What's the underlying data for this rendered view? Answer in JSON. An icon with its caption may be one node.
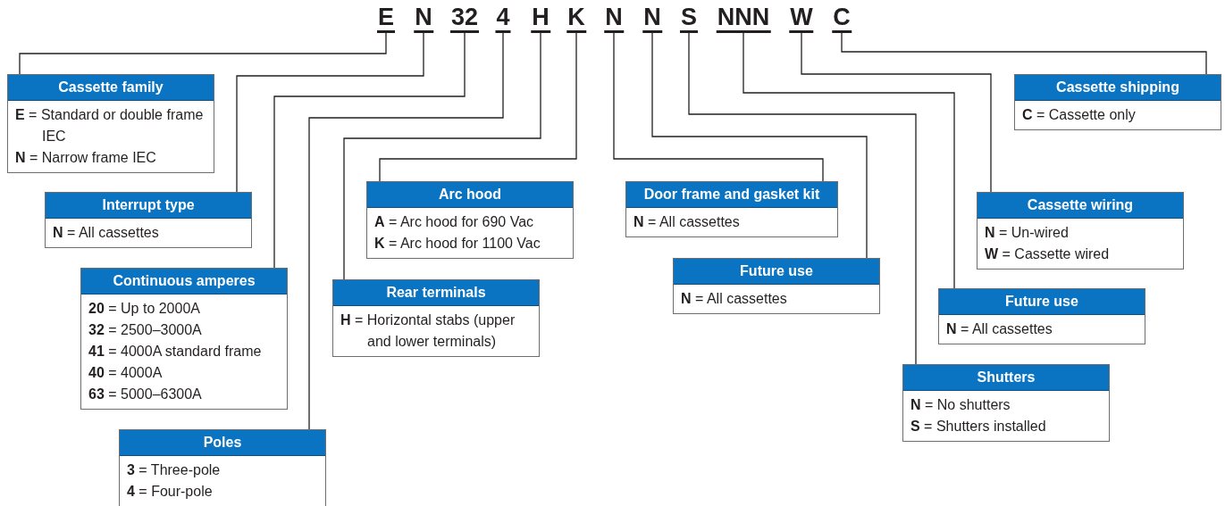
{
  "diagram": {
    "nodes": [
      {
        "text": [
          "E"
        ]
      },
      {
        "text": [
          "N"
        ]
      },
      {
        "text": [
          "32"
        ]
      },
      {
        "text": [
          "4"
        ]
      },
      {
        "text": [
          "H"
        ]
      },
      {
        "text": [
          "K"
        ]
      },
      {
        "text": [
          "N"
        ]
      },
      {
        "text": [
          "N"
        ]
      },
      {
        "text": [
          "S"
        ]
      },
      {
        "text": [
          "NNN"
        ]
      },
      {
        "text": [
          "W"
        ]
      },
      {
        "text": [
          "C"
        ]
      },
      {
        "text": [
          "Cassette family",
          "**E** = Standard or double frame IEC",
          "**N** = Narrow frame IEC"
        ]
      },
      {
        "text": [
          "Interrupt type",
          "**N** = All cassettes"
        ]
      },
      {
        "text": [
          "Continuous amperes",
          "**20** = Up to 2000A",
          "**32** = 2500–3000A",
          "**41** = 4000A standard frame",
          "**40** = 4000A",
          "**63** = 5000–6300A"
        ]
      },
      {
        "text": [
          "Poles",
          "**3** = Three-pole",
          "**4** = Four-pole"
        ]
      },
      {
        "text": [
          "Rear terminals",
          "**H** = Horizontal stabs (upper and lower terminals)"
        ]
      },
      {
        "text": [
          "Arc hood",
          "**A** = Arc hood for 690 Vac",
          "**K** = Arc hood for 1100 Vac"
        ]
      },
      {
        "text": [
          "Door frame and gasket kit",
          "**N** = All cassettes"
        ]
      },
      {
        "text": [
          "Future use",
          "**N** = All cassettes"
        ]
      },
      {
        "text": [
          "Shutters",
          "**N** = No shutters",
          "**S** = Shutters installed"
        ]
      },
      {
        "text": [
          "Future use",
          "**N** = All cassettes"
        ]
      },
      {
        "text": [
          "Cassette wiring",
          "**N** = Un-wired",
          "**W** = Cassette wired"
        ]
      },
      {
        "text": [
          "Cassette shipping",
          "**C** = Cassette only"
        ]
      }
    ],
    "edges": [
      {
        "from": 0,
        "to": 12,
        "arrow": "none"
      },
      {
        "from": 1,
        "to": 13,
        "arrow": "none"
      },
      {
        "from": 2,
        "to": 14,
        "arrow": "none"
      },
      {
        "from": 3,
        "to": 15,
        "arrow": "none"
      },
      {
        "from": 4,
        "to": 16,
        "arrow": "none"
      },
      {
        "from": 5,
        "to": 17,
        "arrow": "none"
      },
      {
        "from": 6,
        "to": 18,
        "arrow": "none"
      },
      {
        "from": 7,
        "to": 19,
        "arrow": "none"
      },
      {
        "from": 8,
        "to": 20,
        "arrow": "none"
      },
      {
        "from": 9,
        "to": 21,
        "arrow": "none"
      },
      {
        "from": 10,
        "to": 22,
        "arrow": "none"
      },
      {
        "from": 11,
        "to": 23,
        "arrow": "none"
      }
    ]
  }
}
